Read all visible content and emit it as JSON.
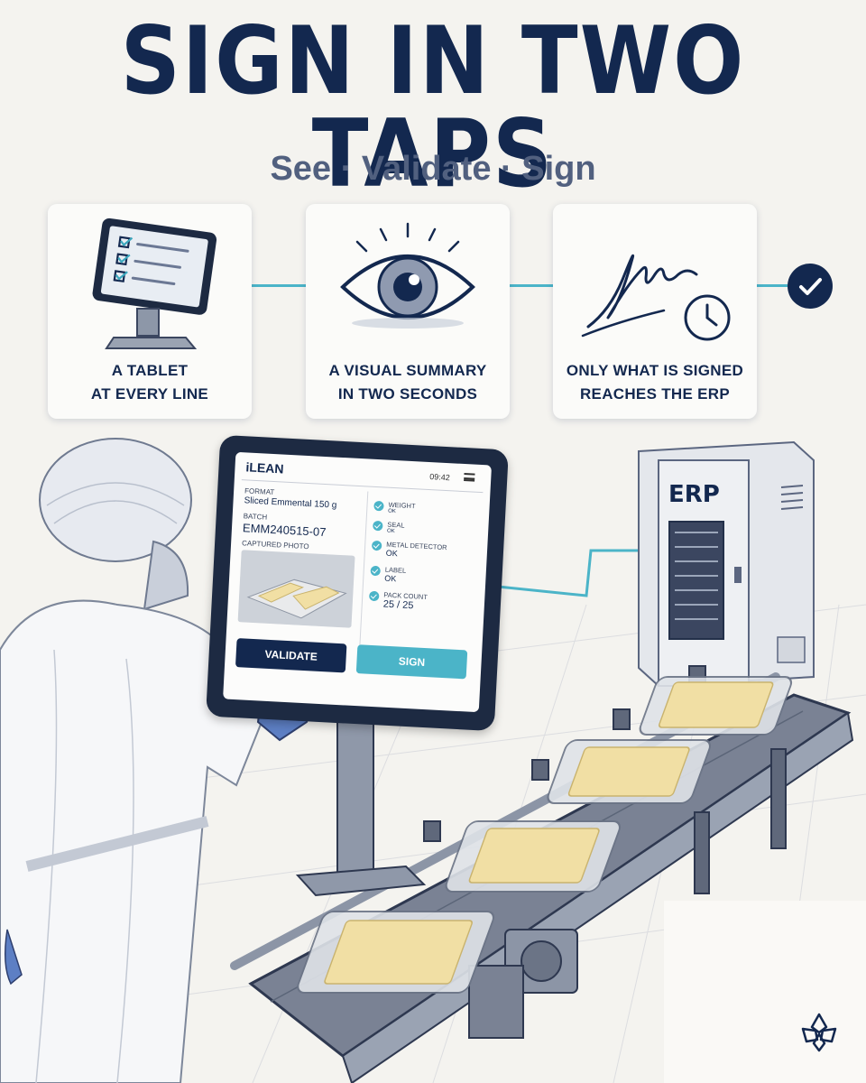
{
  "header": {
    "title": "SIGN IN TWO TAPS",
    "subtitle": "See · Validate · Sign"
  },
  "features": [
    {
      "icon": "tablet-checklist-icon",
      "line1": "A TABLET",
      "line2": "AT EVERY LINE"
    },
    {
      "icon": "eye-icon",
      "line1": "A VISUAL SUMMARY",
      "line2": "IN TWO SECONDS"
    },
    {
      "icon": "signature-clock-icon",
      "line1": "ONLY WHAT IS SIGNED",
      "line2": "REACHES THE ERP"
    }
  ],
  "colors": {
    "navy": "#13284f",
    "teal": "#4bb4c8",
    "background": "#f4f3ef"
  },
  "tablet_app": {
    "app_name": "iLEAN",
    "time": "09:42",
    "format_label": "FORMAT",
    "format_value": "Sliced Emmental 150 g",
    "batch_label": "BATCH",
    "batch_value": "EMM240515-07",
    "photo_label": "CAPTURED PHOTO",
    "checks": [
      {
        "name": "WEIGHT",
        "value": "OK"
      },
      {
        "name": "SEAL",
        "value": "OK"
      },
      {
        "name": "METAL DETECTOR",
        "value": "OK"
      },
      {
        "name": "LABEL",
        "value": "OK"
      },
      {
        "name": "PACK COUNT",
        "value": "25 / 25"
      }
    ],
    "validate_button": "VALIDATE",
    "sign_button": "SIGN"
  },
  "erp_cabinet": {
    "label": "ERP"
  }
}
